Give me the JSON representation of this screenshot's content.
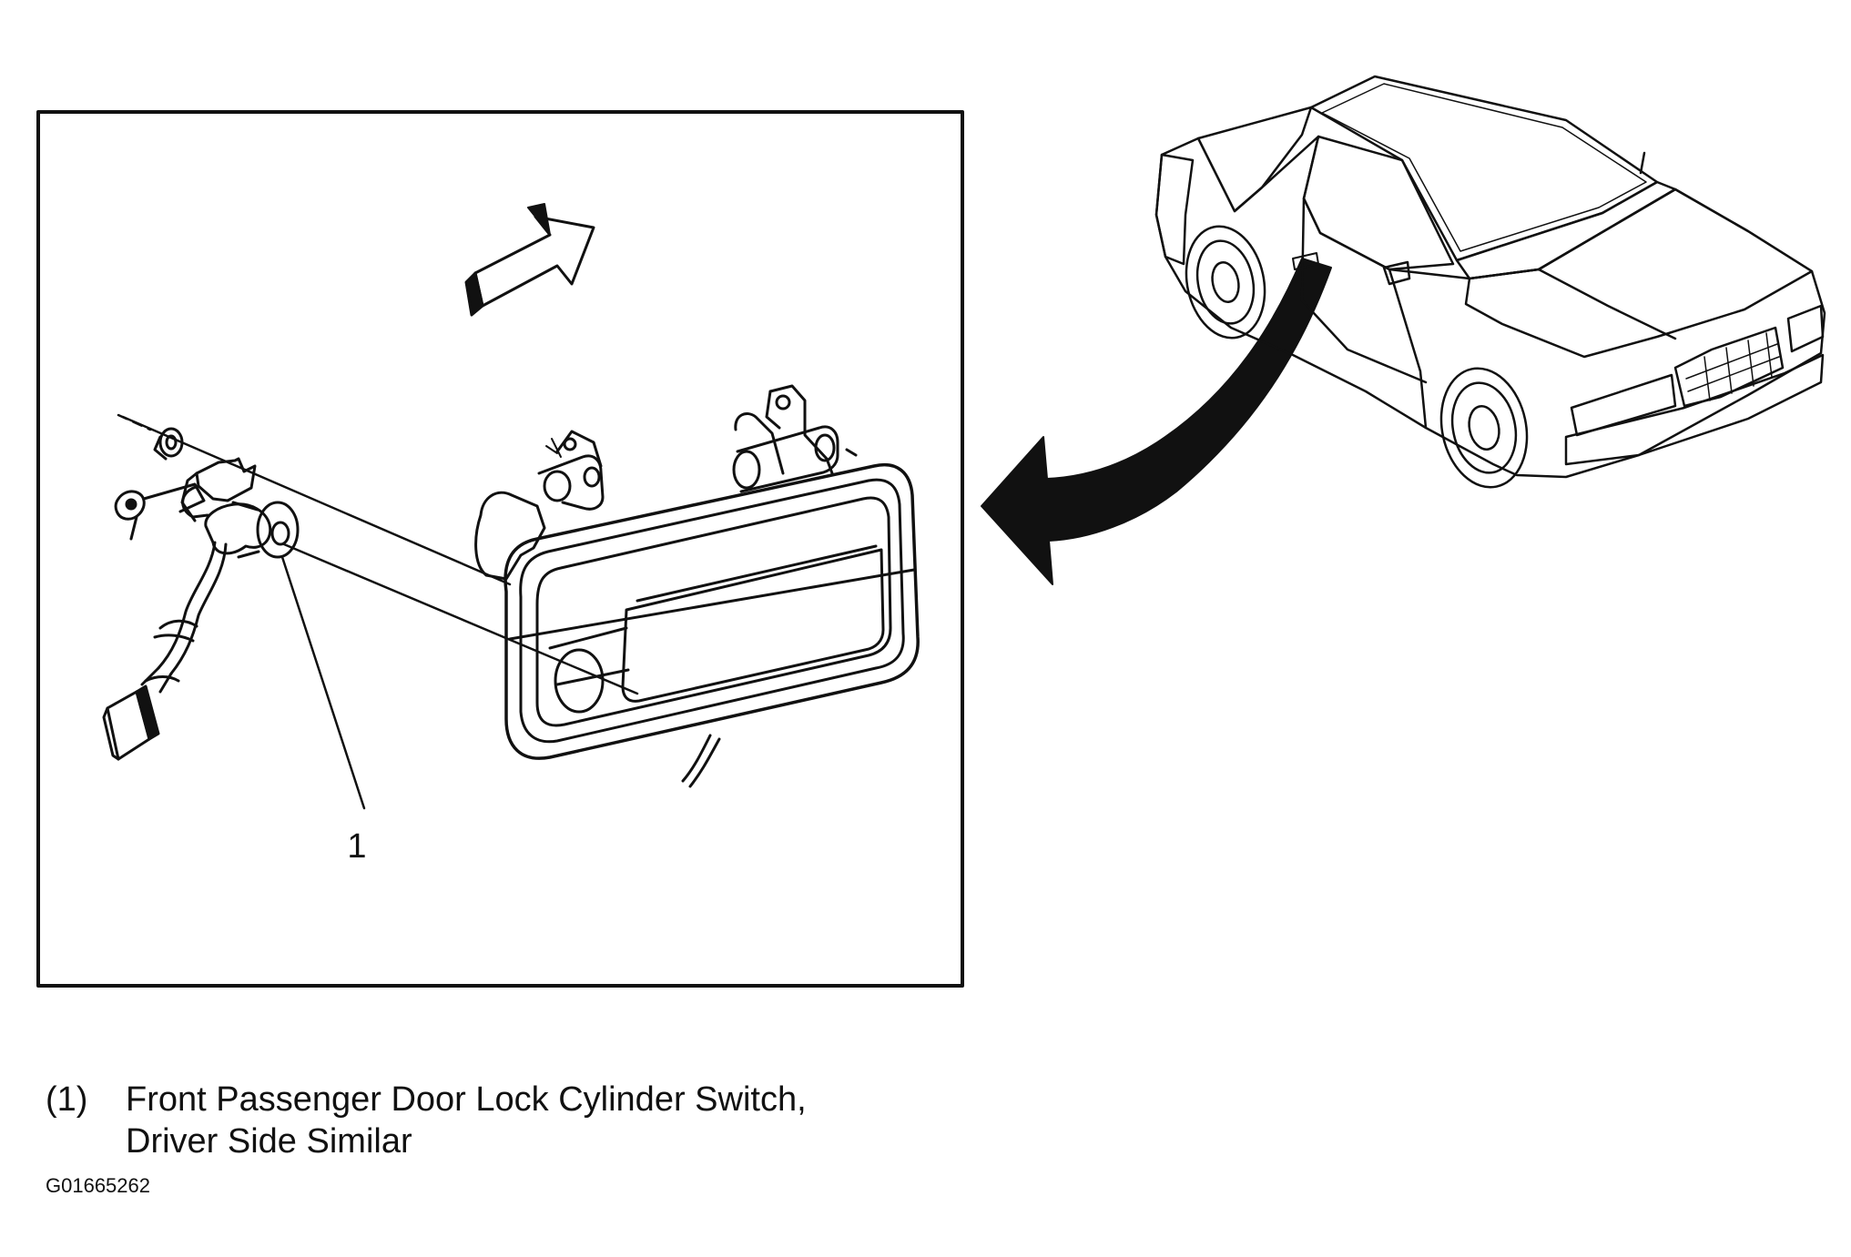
{
  "figure": {
    "callouts": [
      {
        "id": "1",
        "label": "1"
      }
    ],
    "legend": [
      {
        "number": "(1)",
        "lines": [
          "Front Passenger Door Lock Cylinder Switch,",
          "Driver Side Similar"
        ]
      }
    ],
    "figure_code": "G01665262"
  }
}
